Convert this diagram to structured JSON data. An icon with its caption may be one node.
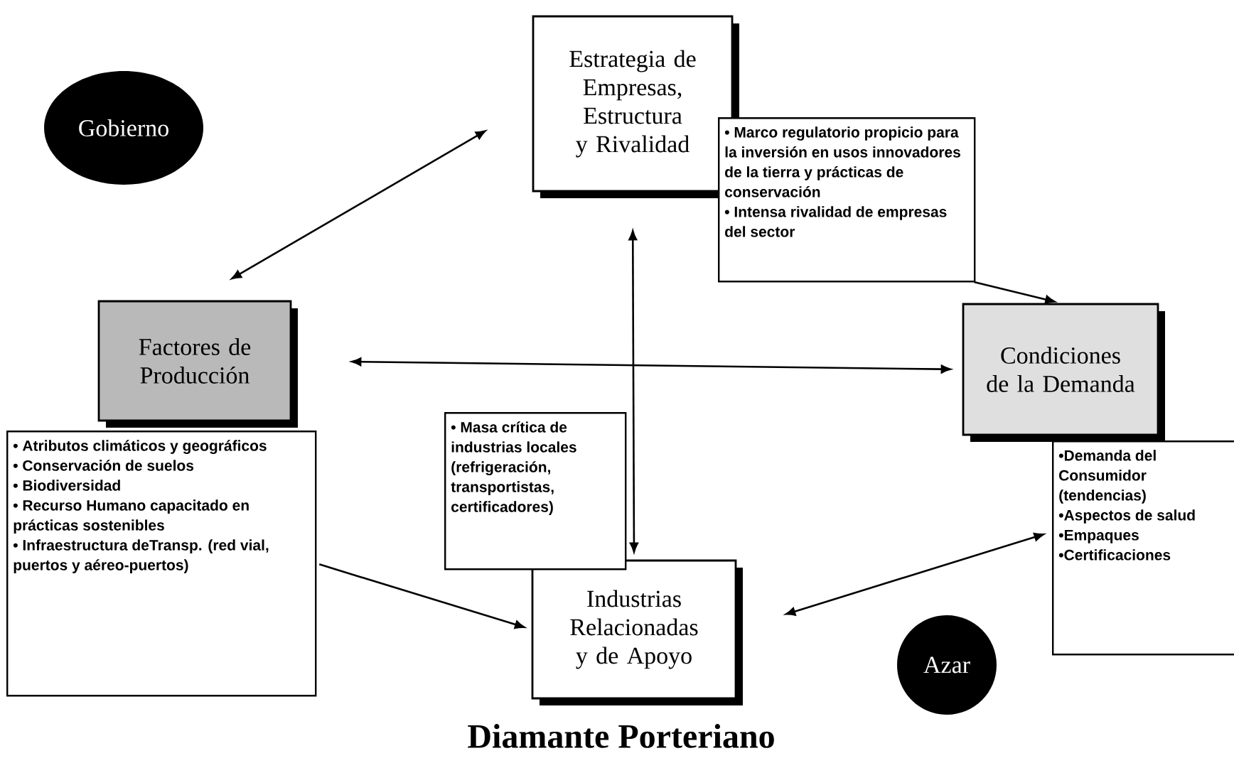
{
  "diagram": {
    "title": "Diamante Porteriano",
    "nodes": [
      {
        "text": [
          "Estrategia de Empresas, Estructura y Rivalidad"
        ]
      },
      {
        "text": [
          "• Marco regulatorio propicio para la inversión en usos innovadores de la tierra y prácticas de conservación",
          "• Intensa rivalidad de empresas del sector"
        ]
      },
      {
        "text": [
          "Gobierno"
        ]
      },
      {
        "text": [
          "Factores de Producción"
        ]
      },
      {
        "text": [
          "• Atributos climáticos y geográficos",
          "• Conservación de suelos",
          "• Biodiversidad",
          "• Recurso Humano capacitado en prácticas sostenibles",
          "• Infraestructura deTransp. (red vial, puertos y aéreo-puertos)"
        ]
      },
      {
        "text": [
          "• Masa crítica de industrias locales (refrigeración, transportistas, certificadores)"
        ]
      },
      {
        "text": [
          "Condiciones de la Demanda"
        ]
      },
      {
        "text": [
          "•Demanda del Consumidor (tendencias)",
          "•Aspectos de salud",
          "•Empaques",
          "•Certificaciones"
        ]
      },
      {
        "text": [
          "Industrias Relacionadas y de Apoyo"
        ]
      },
      {
        "text": [
          "Azar"
        ]
      }
    ],
    "edges": [
      {
        "from": 3,
        "to": 0,
        "arrow": "both"
      },
      {
        "from": 3,
        "to": 6,
        "arrow": "both"
      },
      {
        "from": 0,
        "to": 8,
        "arrow": "both"
      },
      {
        "from": 1,
        "to": 6,
        "arrow": "to"
      },
      {
        "from": 4,
        "to": 8,
        "arrow": "to"
      },
      {
        "from": 8,
        "to": 7,
        "arrow": "both"
      }
    ]
  }
}
